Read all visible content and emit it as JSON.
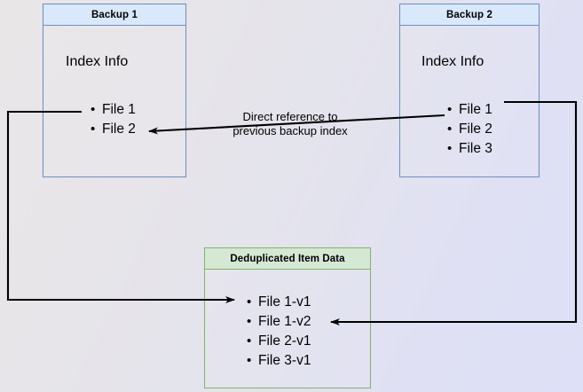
{
  "diagram": {
    "title_note": "Direct reference to\nprevious backup index",
    "note_line1": "Direct reference to",
    "note_line2": "previous backup index",
    "colors": {
      "blue_border": "#6c8ebf",
      "blue_header_fill": "#dae8fc",
      "green_border": "#82b366",
      "green_header_fill": "#d5e8d4",
      "arrow_stroke": "#000000",
      "background_start": "#e9e6e7",
      "background_end": "#dde0f6"
    },
    "boxes": [
      {
        "id": "backup-1",
        "header": "Backup 1",
        "section_label": "Index Info",
        "items": [
          "File 1",
          "File 2"
        ]
      },
      {
        "id": "backup-2",
        "header": "Backup 2",
        "section_label": "Index Info",
        "items": [
          "File 1",
          "File 2",
          "File 3"
        ]
      },
      {
        "id": "deduplicated-item-data",
        "header": "Deduplicated Item Data",
        "items": [
          "File 1-v1",
          "File 1-v2",
          "File 2-v1",
          "File 3-v1"
        ]
      }
    ]
  }
}
